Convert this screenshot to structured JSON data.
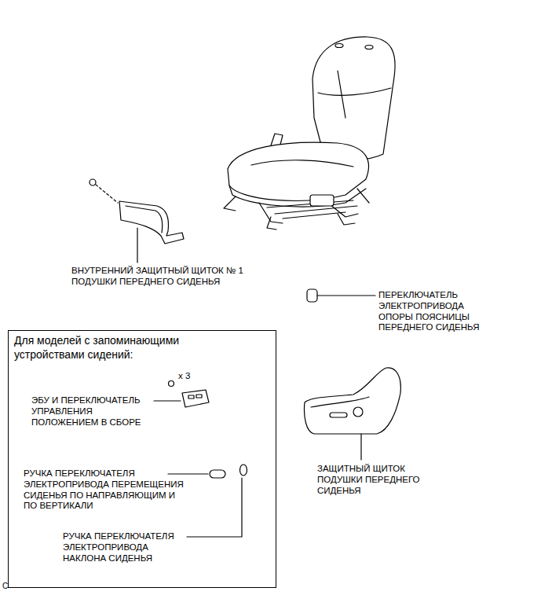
{
  "diagram": {
    "nodes": [
      {
        "text": [
          "Для моделей с запоминающими устройствами сидений:"
        ]
      }
    ],
    "labels": [
      "ВНУТРЕННИЙ ЗАЩИТНЫЙ ЩИТОК № 1 ПОДУШКИ ПЕРЕДНЕГО СИДЕНЬЯ",
      "ПЕРЕКЛЮЧАТЕЛЬ ЭЛЕКТРОПРИВОДА ОПОРЫ ПОЯСНИЦЫ ПЕРЕДНЕГО СИДЕНЬЯ",
      "x 3",
      "ЭБУ И ПЕРЕКЛЮЧАТЕЛЬ УПРАВЛЕНИЯ ПОЛОЖЕНИЕМ В СБОРЕ",
      "РУЧКА ПЕРЕКЛЮЧАТЕЛЯ ЭЛЕКТРОПРИВОДА ПЕРЕМЕЩЕНИЯ СИДЕНЬЯ ПО НАПРАВЛЯЮЩИМ И ПО ВЕРТИКАЛИ",
      "РУЧКА ПЕРЕКЛЮЧАТЕЛЯ ЭЛЕКТРОПРИВОДА НАКЛОНА СИДЕНЬЯ",
      "ЗАЩИТНЫЙ ЩИТОК ПОДУШКИ ПЕРЕДНЕГО СИДЕНЬЯ",
      "C"
    ]
  }
}
